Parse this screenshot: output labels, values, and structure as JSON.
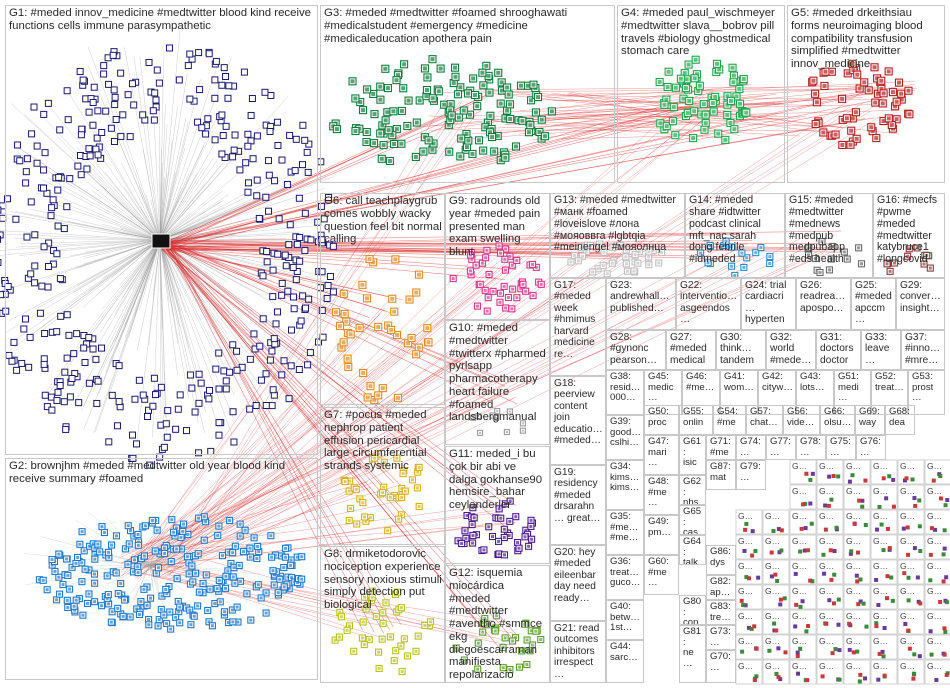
{
  "colors": {
    "edge_red": "#d92b2b",
    "edge_gray": "#9a9a9a",
    "box_border": "#c8c8c8",
    "label_text": "#2a2a2a"
  },
  "groups": [
    {
      "id": "G1",
      "label": "G1: #meded innov_medicine #medtwitter blood kind receive functions cells immune parasympathetic",
      "color": "#1a1a6e",
      "cls": "big"
    },
    {
      "id": "G2",
      "label": "G2: brownjhm #meded #medtwitter old year blood kind receive summary #foamed",
      "color": "#1f78c8",
      "cls": "big"
    },
    {
      "id": "G3",
      "label": "G3: #meded #medtwitter #foamed shrooghawati #medicalstudent #emergency #medicine #medicaleducation apothera pain",
      "color": "#0f7a3a",
      "cls": "big"
    },
    {
      "id": "G4",
      "label": "G4: #meded paul_wischmeyer #medtwitter slava__bobrov pill travels #biology ghostmedical stomach care",
      "color": "#1aa64a",
      "cls": "big"
    },
    {
      "id": "G5",
      "label": "G5: #meded drkeithsiau forms neuroimaging blood compatibility transfusion simplified #medtwitter innov_medicine",
      "color": "#b31d1d",
      "cls": "big"
    },
    {
      "id": "G6",
      "label": "G6: call teachplaygrub comes wobbly wacky question feel bit normal calling",
      "color": "#e08a1e",
      "cls": "big"
    },
    {
      "id": "G7",
      "label": "G7: #pocus #meded nephrop patient effusion pericardial large circumferential strands systemic",
      "color": "#d4b21a",
      "cls": "big"
    },
    {
      "id": "G8",
      "label": "G8: drmiketodorovic nociception experience sensory noxious stimuli simply detection put biological",
      "color": "#b8c21a",
      "cls": "big"
    },
    {
      "id": "G9",
      "label": "G9: radrounds old year #meded pain presented man exam swelling blunt",
      "color": "#d6338a",
      "cls": "big"
    },
    {
      "id": "G10",
      "label": "G10: #meded #medtwitter #twitterx #pharmed pyrlsapp pharmacotherapy heart failure #foamed landsbergmanual",
      "color": "#9a9a9a",
      "cls": "big"
    },
    {
      "id": "G11",
      "label": "G11: meded_i bu çok bir abi ve dalga gokhanse90 hemsire_bahar ceylanderler",
      "color": "#4a1a8a",
      "cls": "big"
    },
    {
      "id": "G12",
      "label": "G12: isquemia miocárdica #meded #medtwitter #aventho #smmce ekg diegoescarraman manifiesta repolarizació",
      "color": "#5a9a2a",
      "cls": "big"
    },
    {
      "id": "G13",
      "label": "G13: #meded #medtwitter #манк #foamed #loveislove #лона #мояоввга #lgbtqia #meinengel #мояолнца",
      "color": "#c0c0c0",
      "cls": "mid"
    },
    {
      "id": "G14",
      "label": "G14: #meded share #idtwitter podcast clinical mft_nac sarah dong febrile #idmeded",
      "color": "#2a8ac8",
      "cls": "mid"
    },
    {
      "id": "G15",
      "label": "G15: #meded #medtwitter #mednews #medpub medpubapp #eds health",
      "color": "#6a6a6a",
      "cls": "mid"
    },
    {
      "id": "G16",
      "label": "G16: #mecfs #pwme #meded #medtwitter katybruce1 #longcovid",
      "color": "#8a3a3a",
      "cls": "mid"
    },
    {
      "id": "G17",
      "label": "G17: #meded week #hmimus harvard medicine re…",
      "color": "#c81a1a",
      "cls": "small"
    },
    {
      "id": "G18",
      "label": "G18: peerview content join educatio… #meded…",
      "color": "#3a3a9a",
      "cls": "small"
    },
    {
      "id": "G19",
      "label": "G19: residency #meded drsarahn… great…",
      "color": "#9a2a9a",
      "cls": "small"
    },
    {
      "id": "G20",
      "label": "G20: hey #meded eileenbar day need ready…",
      "color": "#3a7a3a",
      "cls": "small"
    },
    {
      "id": "G21",
      "label": "G21: read outcomes inhibitors irrespect…",
      "color": "#7a7a2a",
      "cls": "small"
    },
    {
      "id": "G22",
      "label": "G22: interventio… asgeendos…",
      "color": "#6a4a9a",
      "cls": "small"
    },
    {
      "id": "G23",
      "label": "G23: andrewhall… published…",
      "color": "#8a8a8a",
      "cls": "small"
    },
    {
      "id": "G24",
      "label": "G24: trial cardiacri… hyperten…",
      "color": "#2a6a8a",
      "cls": "small"
    },
    {
      "id": "G25",
      "label": "G25: #meded apccm…",
      "color": "#8a2a6a",
      "cls": "small"
    },
    {
      "id": "G26",
      "label": "G26: readrea… apospo…",
      "color": "#4a8a4a",
      "cls": "small"
    },
    {
      "id": "G27",
      "label": "G27: #meded medical…",
      "color": "#aa3a3a",
      "cls": "small"
    },
    {
      "id": "G28",
      "label": "G28: #gynonc pearson…",
      "color": "#3a5aaa",
      "cls": "small"
    },
    {
      "id": "G29",
      "label": "G29: conver… insight…",
      "color": "#6a6a2a",
      "cls": "small"
    },
    {
      "id": "G30",
      "label": "G30: think… tandem…",
      "color": "#4a7a9a",
      "cls": "small"
    },
    {
      "id": "G31",
      "label": "G31: doctors doctor…",
      "color": "#7a4a2a",
      "cls": "small"
    },
    {
      "id": "G32",
      "label": "G32: world #mede…",
      "color": "#2a4a6a",
      "cls": "small"
    },
    {
      "id": "G33",
      "label": "G33: leave…",
      "color": "#8a4a8a",
      "cls": "small"
    },
    {
      "id": "G37",
      "label": "G37: #inno… #mre…",
      "color": "#3a8a6a",
      "cls": "small"
    },
    {
      "id": "G38",
      "label": "G38: resid… 000…",
      "color": "#8a6a3a",
      "cls": "tiny"
    },
    {
      "id": "G39",
      "label": "G39: good… cslhi…",
      "color": "#5a5aaa",
      "cls": "tiny"
    },
    {
      "id": "G34",
      "label": "G34: kims… kims…",
      "color": "#aa5a5a",
      "cls": "tiny"
    },
    {
      "id": "G35",
      "label": "G35: #me… #me…",
      "color": "#5aaa5a",
      "cls": "tiny"
    },
    {
      "id": "G36",
      "label": "G36: treat… guco…",
      "color": "#aa8a3a",
      "cls": "tiny"
    },
    {
      "id": "G40",
      "label": "G40: betw… 1st…",
      "color": "#3a6aaa",
      "cls": "tiny"
    },
    {
      "id": "G44",
      "label": "G44: sarc…",
      "color": "#8a3aaa",
      "cls": "tiny"
    },
    {
      "id": "G45",
      "label": "G45: medic…",
      "color": "#3aaa8a",
      "cls": "tiny"
    },
    {
      "id": "G46",
      "label": "G46: #me…",
      "color": "#aa3a6a",
      "cls": "tiny"
    },
    {
      "id": "G41",
      "label": "G41: wom…",
      "color": "#6aaa3a",
      "cls": "tiny"
    },
    {
      "id": "G42",
      "label": "G42: cityw…",
      "color": "#3a3aaa",
      "cls": "tiny"
    },
    {
      "id": "G43",
      "label": "G43: lots…",
      "color": "#aaaa3a",
      "cls": "tiny"
    },
    {
      "id": "G51",
      "label": "G51: medi…",
      "color": "#aa6a3a",
      "cls": "tiny"
    },
    {
      "id": "G52",
      "label": "G52: treat…",
      "color": "#3a9aaa",
      "cls": "tiny"
    },
    {
      "id": "G53",
      "label": "G53: prost…",
      "color": "#9a3a3a",
      "cls": "tiny"
    },
    {
      "id": "G47",
      "label": "G47: mari…",
      "color": "#6a3a9a",
      "cls": "tiny"
    },
    {
      "id": "G48",
      "label": "G48: #me…",
      "color": "#3a9a3a",
      "cls": "tiny"
    },
    {
      "id": "G49",
      "label": "G49: pm…",
      "color": "#9a6a3a",
      "cls": "tiny"
    },
    {
      "id": "G50",
      "label": "G50: proc…",
      "color": "#3a6a9a",
      "cls": "tiny"
    },
    {
      "id": "G55",
      "label": "G55: onlin…",
      "color": "#9a3a6a",
      "cls": "tiny"
    },
    {
      "id": "G54",
      "label": "G54: #me…",
      "color": "#6a9a3a",
      "cls": "tiny"
    },
    {
      "id": "G57",
      "label": "G57: chat…",
      "color": "#3a3a6a",
      "cls": "tiny"
    },
    {
      "id": "G56",
      "label": "G56: vide…",
      "color": "#6a6a9a",
      "cls": "tiny"
    },
    {
      "id": "G66",
      "label": "G66: olsu…",
      "color": "#9a6a6a",
      "cls": "tiny"
    },
    {
      "id": "G69",
      "label": "G69: way…",
      "color": "#6a9a9a",
      "cls": "tiny"
    },
    {
      "id": "G68",
      "label": "G68: dea…",
      "color": "#9a9a6a",
      "cls": "tiny"
    },
    {
      "id": "G60",
      "label": "G60: #me…",
      "color": "#3a8a3a",
      "cls": "tiny"
    },
    {
      "id": "G61",
      "label": "G61: isic…",
      "color": "#8a3a8a",
      "cls": "tiny"
    },
    {
      "id": "G71",
      "label": "G71: #me…",
      "color": "#3a3a8a",
      "cls": "tiny"
    },
    {
      "id": "G74",
      "label": "G74: …",
      "color": "#8a8a3a",
      "cls": "tiny"
    },
    {
      "id": "G77",
      "label": "G77: …",
      "color": "#3a8a8a",
      "cls": "tiny"
    },
    {
      "id": "G78",
      "label": "G78: …",
      "color": "#8a3a3a",
      "cls": "tiny"
    },
    {
      "id": "G75",
      "label": "G75: …",
      "color": "#5a3a8a",
      "cls": "tiny"
    },
    {
      "id": "G76",
      "label": "G76: …",
      "color": "#8a5a3a",
      "cls": "tiny"
    },
    {
      "id": "G65",
      "label": "G65: cas…",
      "color": "#3a5a8a",
      "cls": "tiny"
    },
    {
      "id": "G64",
      "label": "G64: talk…",
      "color": "#8a3a5a",
      "cls": "tiny"
    },
    {
      "id": "G62",
      "label": "G62: nhs…",
      "color": "#5a8a3a",
      "cls": "tiny"
    },
    {
      "id": "G87",
      "label": "G87: mat…",
      "color": "#3a8a5a",
      "cls": "tiny"
    },
    {
      "id": "G86",
      "label": "G86: dys…",
      "color": "#8a5a8a",
      "cls": "tiny"
    },
    {
      "id": "G82",
      "label": "G82: ap…",
      "color": "#5a8a8a",
      "cls": "tiny"
    },
    {
      "id": "G83",
      "label": "G83: tre…",
      "color": "#8a8a5a",
      "cls": "tiny"
    },
    {
      "id": "G80",
      "label": "G80: con…",
      "color": "#5a5a8a",
      "cls": "tiny"
    },
    {
      "id": "G81",
      "label": "G81: ne…",
      "color": "#8a5a5a",
      "cls": "tiny"
    },
    {
      "id": "G73",
      "label": "G73: …",
      "color": "#5a8a5a",
      "cls": "tiny"
    },
    {
      "id": "G70",
      "label": "G70: …",
      "color": "#6a5a8a",
      "cls": "tiny"
    },
    {
      "id": "G79",
      "label": "G79: …",
      "color": "#8a6a5a",
      "cls": "tiny"
    }
  ]
}
